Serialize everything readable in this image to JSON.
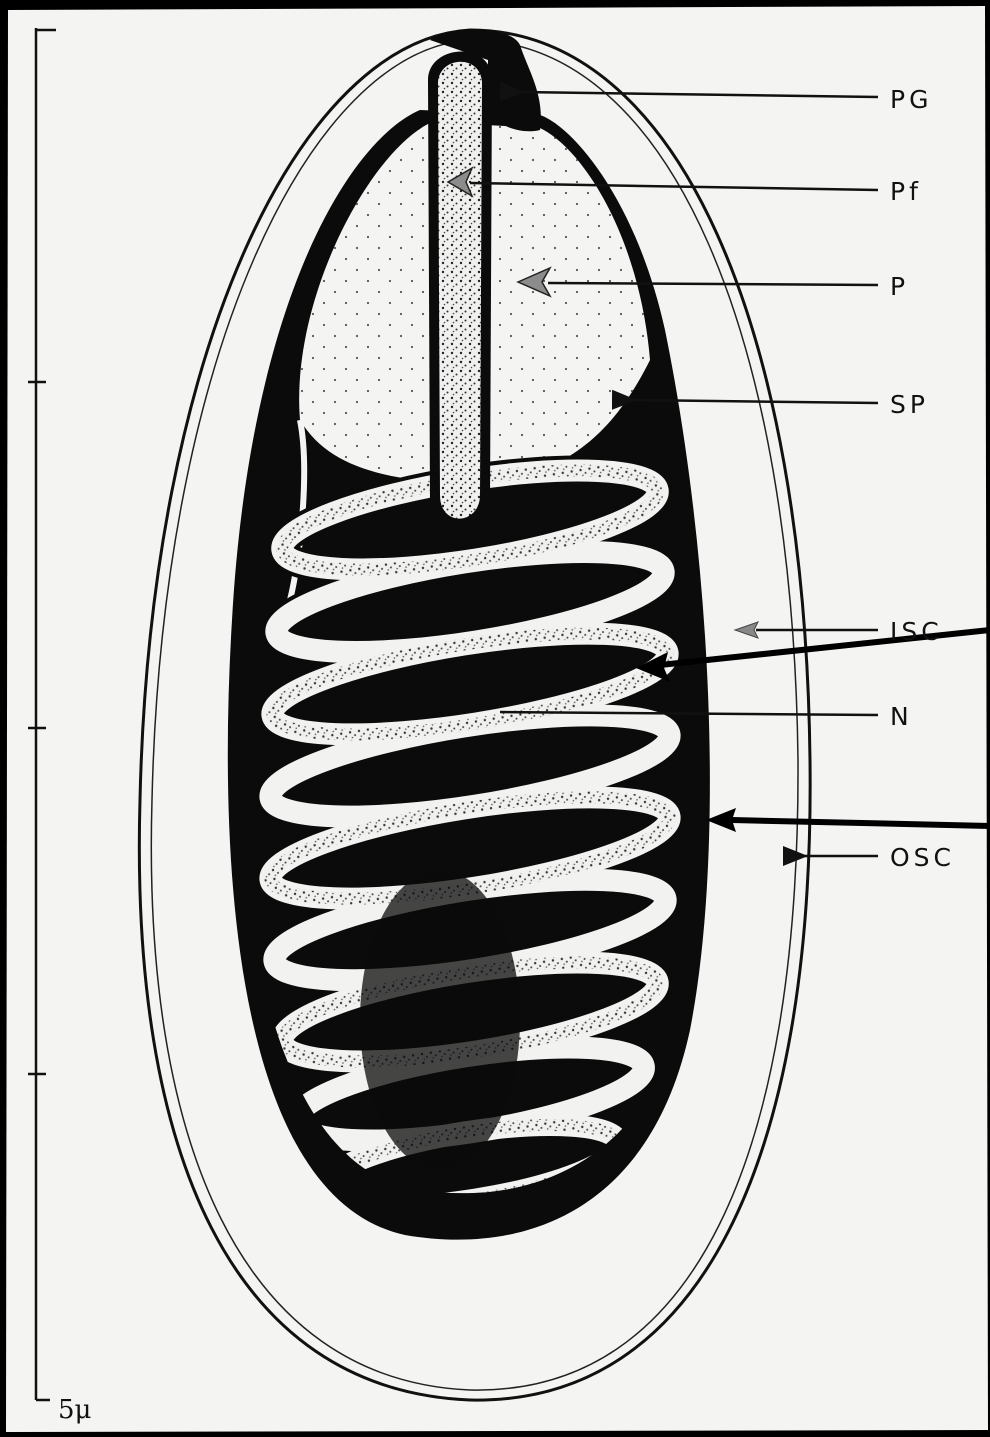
{
  "labels": {
    "pg": "PG",
    "pf": "Pf",
    "p": "P",
    "sp": "SP",
    "isc": "ISC",
    "osc": "OSC",
    "n": "N"
  },
  "scale": {
    "label": "5μ"
  },
  "colors": {
    "paper": "#f4f4f2",
    "ink": "#0b0b0b",
    "frame": "#000000",
    "arrowhead_tint": "#8c8c8c"
  }
}
